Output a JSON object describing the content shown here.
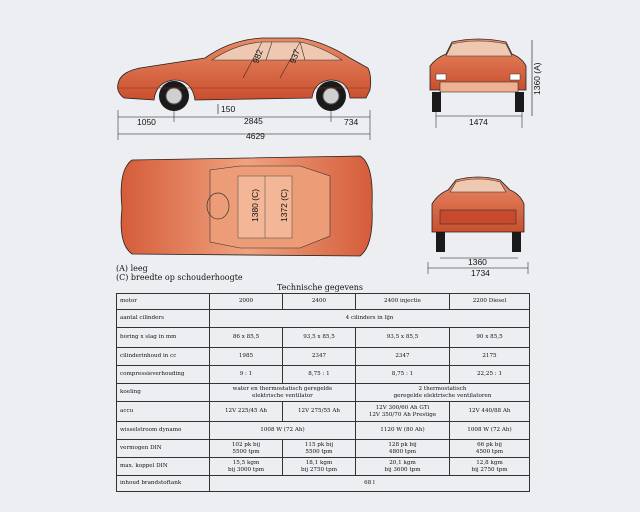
{
  "dimensions": {
    "side": {
      "front_overhang": "1050",
      "wheelbase": "2845",
      "rear_overhang": "734",
      "length": "4629",
      "ground_clearance": "150",
      "front_headroom": "982",
      "rear_headroom": "937"
    },
    "front": {
      "height": "1360 (A)",
      "track": "1474"
    },
    "top": {
      "front_width": "1380 (C)",
      "rear_width": "1372 (C)"
    },
    "rear": {
      "track": "1360",
      "width": "1734"
    }
  },
  "legend": {
    "a": "(A)  leeg",
    "c": "(C)  breedte op schouderhoogte"
  },
  "table_title": "Technische gegevens",
  "table": {
    "header": [
      "motor",
      "2000",
      "2400",
      "2400 injectie",
      "2200 Diesel"
    ],
    "cylinders": {
      "label": "aantal cilinders",
      "value": "4 cilinders in lijn"
    },
    "bore": {
      "label": "boring x slag in mm",
      "values": [
        "86 x 85,5",
        "93,5 x 85,5",
        "93,5 x 85,5",
        "90 x 85,5"
      ]
    },
    "displacement": {
      "label": "cilinderinhoud in cc",
      "values": [
        "1985",
        "2347",
        "2347",
        "2175"
      ]
    },
    "compression": {
      "label": "compressieverhouding",
      "values": [
        "9 : 1",
        "8,75 : 1",
        "8,75 : 1",
        "22,25 : 1"
      ]
    },
    "cooling": {
      "label": "koeling",
      "left": [
        "water en thermostatisch geregelde",
        "elektrische ventilator"
      ],
      "right": [
        "2 thermostatisch",
        "geregelde elektrische ventilatoren"
      ]
    },
    "battery": {
      "label": "accu",
      "v1": "12V 225/45 Ah",
      "v2": "12V 275/55 Ah",
      "v3a": "12V 300/60 Ah GTi",
      "v3b": "12V 350/70 Ah Prestige",
      "v4": "12V 440/88 Ah"
    },
    "alternator": {
      "label": "wisselstroom dynamo",
      "left": "1008 W (72 Ah)",
      "mid": "1120 W (80 Ah)",
      "right": "1008 W (72 Ah)"
    },
    "power": {
      "label": "vermogen DIN",
      "values": [
        [
          "102 pk bij",
          "5500 tpm"
        ],
        [
          "115 pk bij",
          "5500 tpm"
        ],
        [
          "128 pk bij",
          "4800 tpm"
        ],
        [
          "66 pk bij",
          "4500 tpm"
        ]
      ]
    },
    "torque": {
      "label": "max. koppel DIN",
      "values": [
        [
          "15,5 kgm",
          "bij 3000 tpm"
        ],
        [
          "18,1 kgm",
          "bij 2750 tpm"
        ],
        [
          "20,1 kgm",
          "bij 3600 tpm"
        ],
        [
          "12,8 kgm",
          "bij 2750 tpm"
        ]
      ]
    },
    "tank": {
      "label": "inhoud brandstoftank",
      "value": "68 l"
    }
  },
  "colors": {
    "body": "#d9623f",
    "body_light": "#e8845f",
    "interior": "#ec9c77",
    "tyre": "#1a1a1a",
    "line": "#111111"
  }
}
